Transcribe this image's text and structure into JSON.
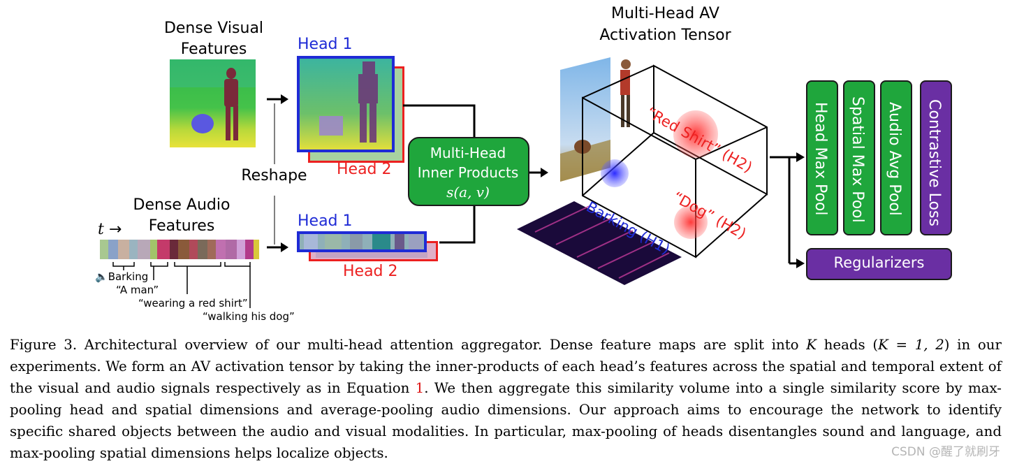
{
  "figure": {
    "dense_visual_title": [
      "Dense Visual",
      "Features"
    ],
    "dense_audio_title": [
      "Dense Audio",
      "Features"
    ],
    "time_label": "t",
    "time_arrow": "→",
    "reshape_label": "Reshape",
    "head1": "Head 1",
    "head2": "Head 2",
    "inner_products": [
      "Multi-Head",
      "Inner Products",
      "s(a, v)"
    ],
    "tensor_title": [
      "Multi-Head AV",
      "Activation Tensor"
    ],
    "tensor_labels": {
      "red_shirt": "“Red Shirt” (H2)",
      "dog": "“Dog” (H2)",
      "barking": "Barking (H1)"
    },
    "audio_annotations": {
      "barking": "Barking",
      "a_man": "“A man”",
      "wearing": "“wearing a red shirt”",
      "walking": "“walking his dog”"
    },
    "pool_blocks": [
      "Head Max Pool",
      "Spatial Max Pool",
      "Audio Avg Pool",
      "Contrastive Loss"
    ],
    "regularizers": "Regularizers",
    "colors": {
      "green_block": "#1fa63c",
      "purple_block": "#6a2fa3",
      "head_blue": "#1f2bd6",
      "head_red": "#ec2020"
    },
    "icons": [
      "speaker-icon",
      "arrow-icon"
    ]
  },
  "caption": {
    "label": "Figure 3.",
    "part1": "Architectural overview of our multi-head attention aggregator. Dense feature maps are split into ",
    "K": "K",
    "part2": " heads (",
    "K_eq": "K = 1, 2",
    "part3": ") in our experiments. We form an AV activation tensor by taking the inner-products of each head’s features across the spatial and temporal extent of the visual and audio signals respectively as in Equation ",
    "eq_ref": "1",
    "part4": ". We then aggregate this similarity volume into a single similarity score by max-pooling head and spatial dimensions and average-pooling audio dimensions. Our approach aims to encourage the network to identify specific shared objects between the audio and visual modalities. In particular, max-pooling of heads disentangles sound and language, and max-pooling spatial dimensions helps localize objects."
  },
  "watermark": "CSDN @醒了就刷牙"
}
